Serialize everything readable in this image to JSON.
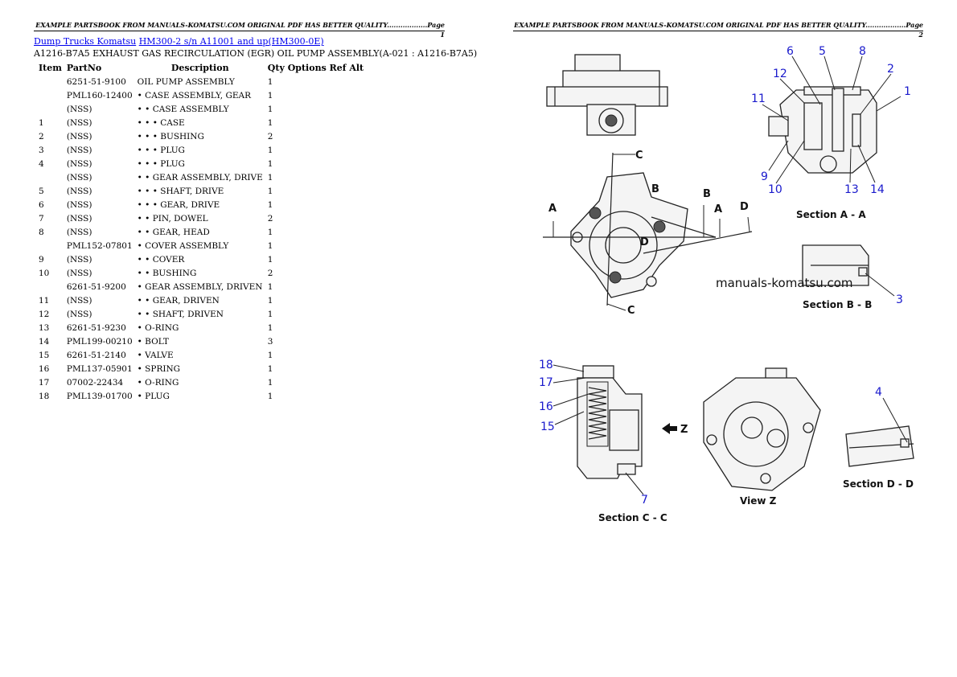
{
  "page_headers": [
    "EXAMPLE PARTSBOOK FROM MANUALS-KOMATSU.COM ORIGINAL PDF HAS BETTER QUALITY..................Page 1",
    "EXAMPLE PARTSBOOK FROM MANUALS-KOMATSU.COM ORIGINAL PDF HAS BETTER QUALITY..................Page 2"
  ],
  "breadcrumb": {
    "link1": "Dump Trucks Komatsu",
    "link2": "HM300-2 s/n A11001 and up(HM300-0E)"
  },
  "doc_title": "A1216-B7A5 EXHAUST GAS RECIRCULATION (EGR) OIL PUMP ASSEMBLY(A-021 : A1216-B7A5)",
  "table": {
    "headers": {
      "item": "Item",
      "partno": "PartNo",
      "description": "Description",
      "qty": "Qty",
      "options": "Options",
      "ref": "Ref",
      "alt": "Alt"
    },
    "rows": [
      {
        "item": "",
        "partno": "6251-51-9100",
        "desc": "OIL PUMP ASSEMBLY",
        "qty": "1"
      },
      {
        "item": "",
        "partno": "PML160-12400",
        "desc": "• CASE ASSEMBLY, GEAR",
        "qty": "1"
      },
      {
        "item": "",
        "partno": "(NSS)",
        "desc": "• • CASE ASSEMBLY",
        "qty": "1"
      },
      {
        "item": "1",
        "partno": "(NSS)",
        "desc": "• • • CASE",
        "qty": "1"
      },
      {
        "item": "2",
        "partno": "(NSS)",
        "desc": "• • • BUSHING",
        "qty": "2"
      },
      {
        "item": "3",
        "partno": "(NSS)",
        "desc": "• • • PLUG",
        "qty": "1"
      },
      {
        "item": "4",
        "partno": "(NSS)",
        "desc": "• • • PLUG",
        "qty": "1"
      },
      {
        "item": "",
        "partno": "(NSS)",
        "desc": "• • GEAR ASSEMBLY, DRIVE",
        "qty": "1"
      },
      {
        "item": "5",
        "partno": "(NSS)",
        "desc": "• • • SHAFT, DRIVE",
        "qty": "1"
      },
      {
        "item": "6",
        "partno": "(NSS)",
        "desc": "• • • GEAR, DRIVE",
        "qty": "1"
      },
      {
        "item": "7",
        "partno": "(NSS)",
        "desc": "• • PIN, DOWEL",
        "qty": "2"
      },
      {
        "item": "8",
        "partno": "(NSS)",
        "desc": "• • GEAR, HEAD",
        "qty": "1"
      },
      {
        "item": "",
        "partno": "PML152-07801",
        "desc": "• COVER ASSEMBLY",
        "qty": "1"
      },
      {
        "item": "9",
        "partno": "(NSS)",
        "desc": "• • COVER",
        "qty": "1"
      },
      {
        "item": "10",
        "partno": "(NSS)",
        "desc": "• • BUSHING",
        "qty": "2"
      },
      {
        "item": "",
        "partno": "6261-51-9200",
        "desc": "• GEAR ASSEMBLY, DRIVEN",
        "qty": "1"
      },
      {
        "item": "11",
        "partno": "(NSS)",
        "desc": "• • GEAR, DRIVEN",
        "qty": "1"
      },
      {
        "item": "12",
        "partno": "(NSS)",
        "desc": "• • SHAFT, DRIVEN",
        "qty": "1"
      },
      {
        "item": "13",
        "partno": "6261-51-9230",
        "desc": "• O-RING",
        "qty": "1"
      },
      {
        "item": "14",
        "partno": "PML199-00210",
        "desc": "• BOLT",
        "qty": "3"
      },
      {
        "item": "15",
        "partno": "6261-51-2140",
        "desc": "• VALVE",
        "qty": "1"
      },
      {
        "item": "16",
        "partno": "PML137-05901",
        "desc": "• SPRING",
        "qty": "1"
      },
      {
        "item": "17",
        "partno": "07002-22434",
        "desc": "• O-RING",
        "qty": "1"
      },
      {
        "item": "18",
        "partno": "PML139-01700",
        "desc": "• PLUG",
        "qty": "1"
      }
    ]
  },
  "diagram": {
    "watermark": "manuals-komatsu.com",
    "section_labels": {
      "aa": "Section A - A",
      "bb": "Section B - B",
      "cc": "Section C - C",
      "dd": "Section D - D",
      "viewz": "View Z"
    },
    "section_letters": {
      "a": "A",
      "b": "B",
      "c": "C",
      "d": "D",
      "z": "Z"
    },
    "callouts": [
      "1",
      "2",
      "3",
      "4",
      "5",
      "6",
      "7",
      "8",
      "9",
      "10",
      "11",
      "12",
      "13",
      "14",
      "15",
      "16",
      "17",
      "18"
    ]
  }
}
